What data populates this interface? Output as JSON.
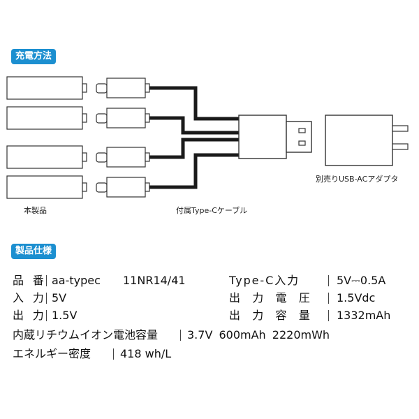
{
  "section_charging": {
    "title": "充電方法"
  },
  "diagram": {
    "product_label": "本製品",
    "cable_label": "付属Type-Cケーブル",
    "adapter_label": "別売りUSB-ACアダプタ"
  },
  "section_spec": {
    "title": "製品仕様"
  },
  "specs": {
    "model_label": "品番",
    "model_value": "aa-typec",
    "model_code": "11NR14/41",
    "typec_input_label": "Type-C入力",
    "typec_input_value": "5V⎓0.5A",
    "input_label": "入力",
    "input_value": "5V",
    "output_voltage_label": "出力電圧",
    "output_voltage_value": "1.5Vdc",
    "output_label": "出力",
    "output_value": "1.5V",
    "output_capacity_label": "出力容量",
    "output_capacity_value": "1332mAh",
    "battery_label": "内蔵リチウムイオン電池容量",
    "battery_value": "3.7V 600mAh 2220mWh",
    "energy_label": "エネルギー密度",
    "energy_value": "418 wh/L"
  }
}
